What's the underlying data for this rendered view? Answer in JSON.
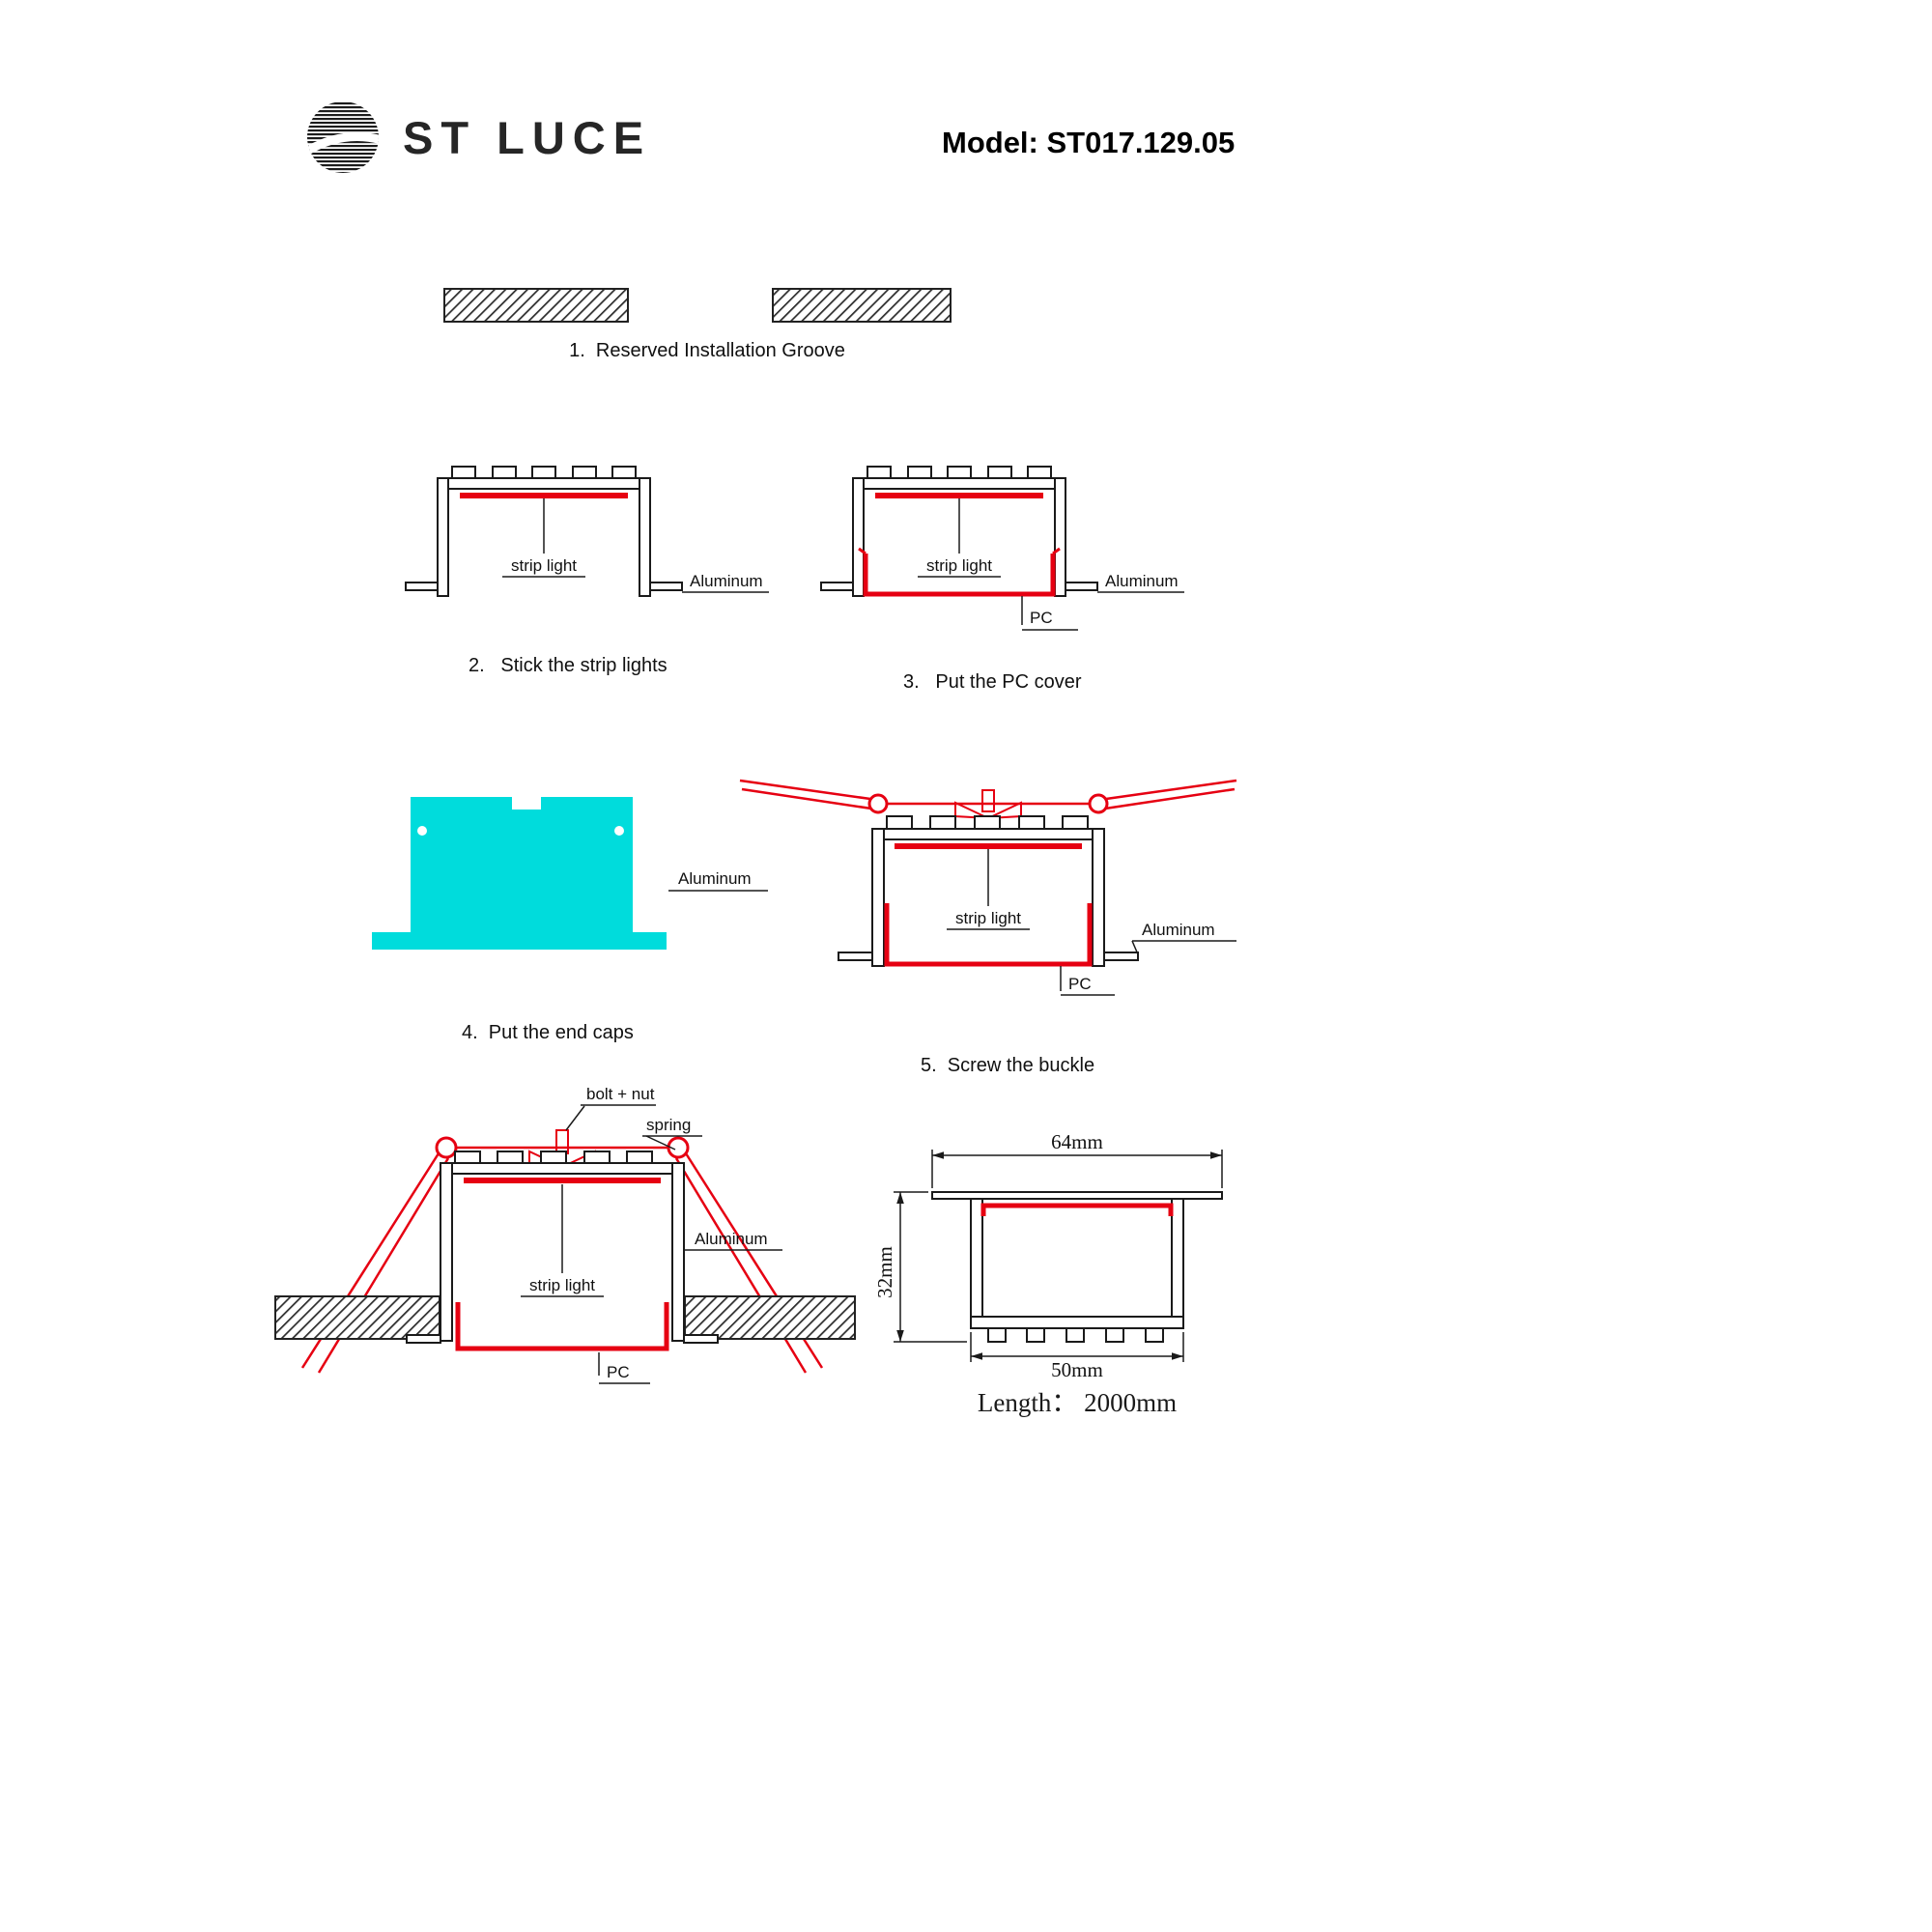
{
  "header": {
    "brand": "ST LUCE",
    "model": "Model: ST017.129.05"
  },
  "labels": {
    "strip_light": "strip light",
    "aluminum": "Aluminum",
    "pc": "PC",
    "bolt_nut": "bolt + nut",
    "spring": "spring"
  },
  "steps": [
    {
      "caption": "1.  Reserved Installation Groove"
    },
    {
      "caption": "2.   Stick the strip lights"
    },
    {
      "caption": "3.   Put the PC cover"
    },
    {
      "caption": "4.  Put the end caps"
    },
    {
      "caption": "5.  Screw the buckle"
    }
  ],
  "dimensions": {
    "top_width": "64mm",
    "height": "32mm",
    "bottom_width": "50mm",
    "length": "Length： 2000mm"
  },
  "colors": {
    "accent_red": "#e60012",
    "end_cap_cyan": "#00dcdc",
    "line_black": "#1a1a1a"
  }
}
